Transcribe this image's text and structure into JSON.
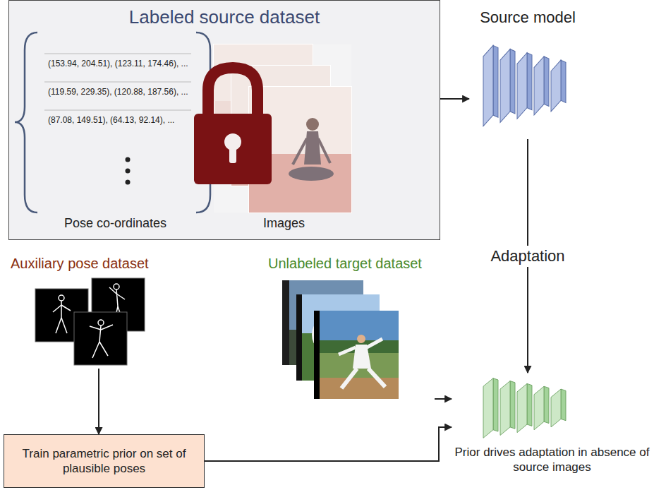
{
  "diagram": {
    "nodes": [
      {
        "text": [
          "Labeled source dataset"
        ]
      },
      {
        "text": [
          "Source model"
        ]
      },
      {
        "text": [
          "Prior drives adaptation in absence of source images"
        ]
      },
      {
        "text": [
          "Auxiliary pose dataset"
        ]
      },
      {
        "text": [
          "Unlabeled target dataset"
        ]
      },
      {
        "text": [
          "Train parametric prior on set of plausible poses"
        ]
      }
    ],
    "edges": [
      {
        "from": 0,
        "to": 1,
        "arrow": "to"
      },
      {
        "from": 1,
        "to": 2,
        "label": "Adaptation",
        "arrow": "to"
      },
      {
        "from": 3,
        "to": 5,
        "arrow": "to"
      },
      {
        "from": 4,
        "to": 2,
        "arrow": "to"
      },
      {
        "from": 5,
        "to": 2,
        "arrow": "to"
      }
    ],
    "labels": [
      "(153.94, 204.51), (123.11, 174.46), ...",
      "(119.59, 229.35), (120.88, 187.56), ...",
      "(87.08, 149.51), (64.13, 92.14), ...",
      "Pose co-ordinates",
      "Images"
    ]
  }
}
